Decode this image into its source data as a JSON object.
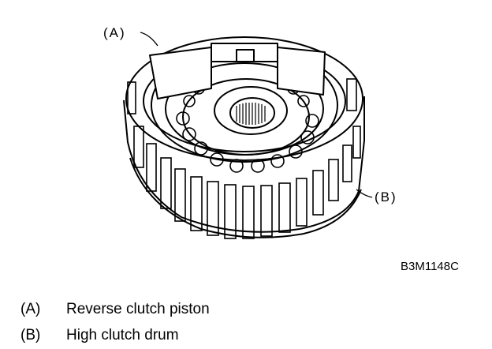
{
  "figure": {
    "callouts": [
      {
        "id": "a",
        "label": "(A)"
      },
      {
        "id": "b",
        "label": "(B)"
      }
    ],
    "figure_code": "B3M1148C"
  },
  "legend": [
    {
      "key": "(A)",
      "text": "Reverse clutch piston"
    },
    {
      "key": "(B)",
      "text": "High clutch drum"
    }
  ]
}
